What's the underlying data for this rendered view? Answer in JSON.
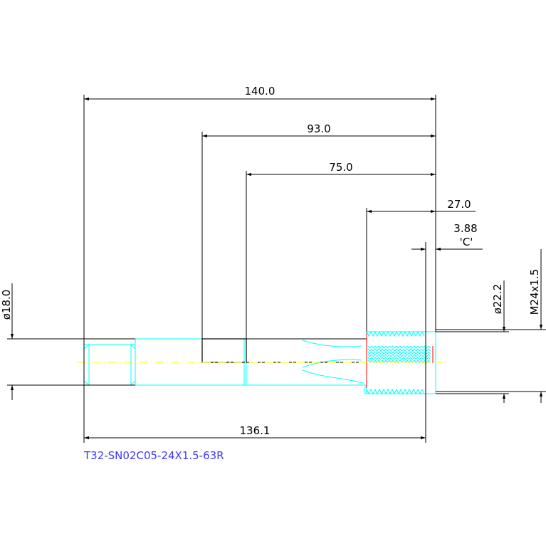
{
  "dimensions": {
    "overall_length": "140.0",
    "length_93": "93.0",
    "length_75": "75.0",
    "thread_length": "27.0",
    "chamfer_length": "3.88",
    "chamfer_note": "'C'",
    "bottom_length": "136.1",
    "shank_diameter": "ø18.0",
    "neck_diameter": "ø22.2",
    "thread_size": "M24x1.5"
  },
  "part_number": "T32-SN02C05-24X1.5-63R",
  "colors": {
    "background": "#ffffff",
    "dimension_lines": "#000000",
    "outline": "#00ffff",
    "centerline": "#ffff00",
    "highlight": "#ff0000",
    "part_label": "#3b3bff"
  }
}
